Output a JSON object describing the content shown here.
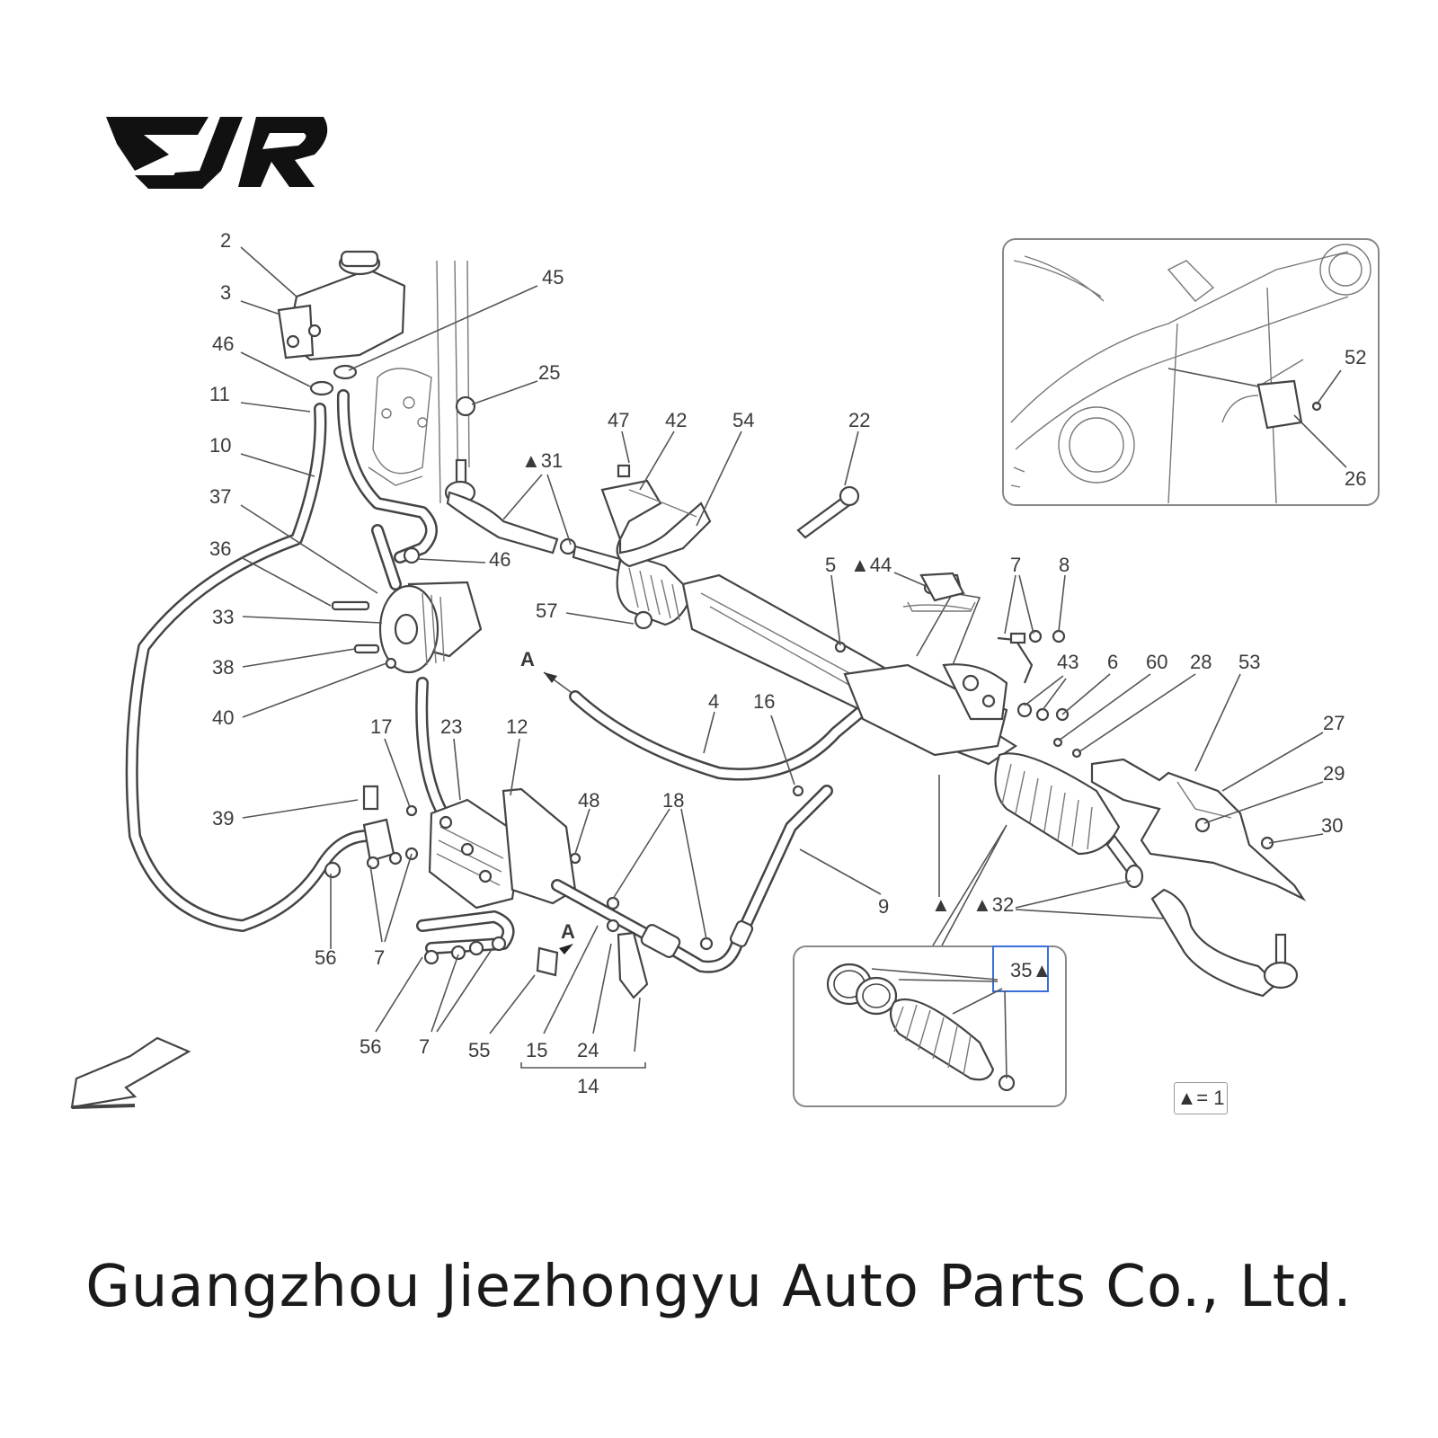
{
  "logo_text": "EJR",
  "company_name": "Guangzhou Jiezhongyu Auto Parts Co., Ltd.",
  "legend_text": "▲= 1",
  "view_marker": "A",
  "callouts": [
    {
      "id": "c2",
      "text": "2"
    },
    {
      "id": "c3",
      "text": "3"
    },
    {
      "id": "c46a",
      "text": "46"
    },
    {
      "id": "c11",
      "text": "11"
    },
    {
      "id": "c10",
      "text": "10"
    },
    {
      "id": "c37",
      "text": "37"
    },
    {
      "id": "c36",
      "text": "36"
    },
    {
      "id": "c33",
      "text": "33"
    },
    {
      "id": "c38",
      "text": "38"
    },
    {
      "id": "c40",
      "text": "40"
    },
    {
      "id": "c39",
      "text": "39"
    },
    {
      "id": "c45",
      "text": "45"
    },
    {
      "id": "c25",
      "text": "25"
    },
    {
      "id": "c46b",
      "text": "46"
    },
    {
      "id": "c31",
      "text": "▲31"
    },
    {
      "id": "c47",
      "text": "47"
    },
    {
      "id": "c42",
      "text": "42"
    },
    {
      "id": "c54",
      "text": "54"
    },
    {
      "id": "c22",
      "text": "22"
    },
    {
      "id": "c57",
      "text": "57"
    },
    {
      "id": "c4",
      "text": "4"
    },
    {
      "id": "c16",
      "text": "16"
    },
    {
      "id": "c5",
      "text": "5"
    },
    {
      "id": "c44",
      "text": "▲44"
    },
    {
      "id": "c7a",
      "text": "7"
    },
    {
      "id": "c8",
      "text": "8"
    },
    {
      "id": "c43",
      "text": "43"
    },
    {
      "id": "c6",
      "text": "6"
    },
    {
      "id": "c60",
      "text": "60"
    },
    {
      "id": "c28",
      "text": "28"
    },
    {
      "id": "c53",
      "text": "53"
    },
    {
      "id": "c27",
      "text": "27"
    },
    {
      "id": "c29",
      "text": "29"
    },
    {
      "id": "c30",
      "text": "30"
    },
    {
      "id": "c52",
      "text": "52"
    },
    {
      "id": "c26",
      "text": "26"
    },
    {
      "id": "c17",
      "text": "17"
    },
    {
      "id": "c23",
      "text": "23"
    },
    {
      "id": "c12",
      "text": "12"
    },
    {
      "id": "c48",
      "text": "48"
    },
    {
      "id": "c18",
      "text": "18"
    },
    {
      "id": "c9",
      "text": "9"
    },
    {
      "id": "c32",
      "text": "▲32"
    },
    {
      "id": "ctri",
      "text": "▲"
    },
    {
      "id": "c35",
      "text": "35▲"
    },
    {
      "id": "c56a",
      "text": "56"
    },
    {
      "id": "c7b",
      "text": "7"
    },
    {
      "id": "c56b",
      "text": "56"
    },
    {
      "id": "c7c",
      "text": "7"
    },
    {
      "id": "c55",
      "text": "55"
    },
    {
      "id": "c15",
      "text": "15"
    },
    {
      "id": "c24",
      "text": "24"
    },
    {
      "id": "c14",
      "text": "14"
    }
  ],
  "colors": {
    "line": "#444444",
    "highlight": "#3a6fd8",
    "text": "#3a3a3a"
  }
}
